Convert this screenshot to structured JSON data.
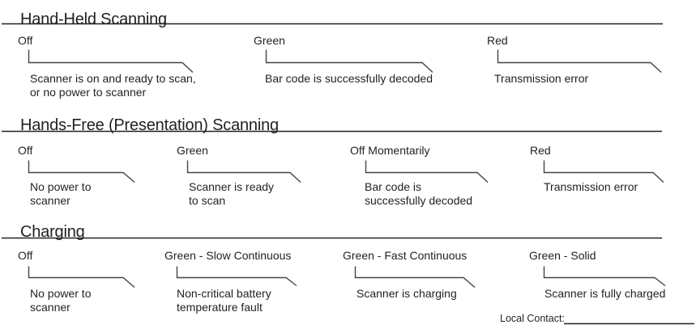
{
  "sections": [
    {
      "heading": "Hand-Held Scanning",
      "items": [
        {
          "label": "Off",
          "description": "Scanner is on and ready to scan,\nor no power to scanner"
        },
        {
          "label": "Green",
          "description": "Bar code is successfully decoded"
        },
        {
          "label": "Red",
          "description": "Transmission error"
        }
      ]
    },
    {
      "heading": "Hands-Free (Presentation) Scanning",
      "items": [
        {
          "label": "Off",
          "description": "No power to\nscanner"
        },
        {
          "label": "Green",
          "description": "Scanner is ready\nto scan"
        },
        {
          "label": "Off Momentarily",
          "description": "Bar code is\nsuccessfully decoded"
        },
        {
          "label": "Red",
          "description": "Transmission error"
        }
      ]
    },
    {
      "heading": "Charging",
      "items": [
        {
          "label": "Off",
          "description": "No power to\nscanner"
        },
        {
          "label": "Green - Slow Continuous",
          "description": "Non-critical battery\ntemperature fault"
        },
        {
          "label": "Green - Fast Continuous",
          "description": "Scanner is charging"
        },
        {
          "label": "Green - Solid",
          "description": "Scanner is fully charged"
        }
      ]
    }
  ],
  "footer": {
    "local_contact_label": "Local Contact:"
  },
  "colors": {
    "text": "#231f20",
    "bracket_line": "#444446",
    "rule": "#231f20",
    "background": "#ffffff"
  }
}
